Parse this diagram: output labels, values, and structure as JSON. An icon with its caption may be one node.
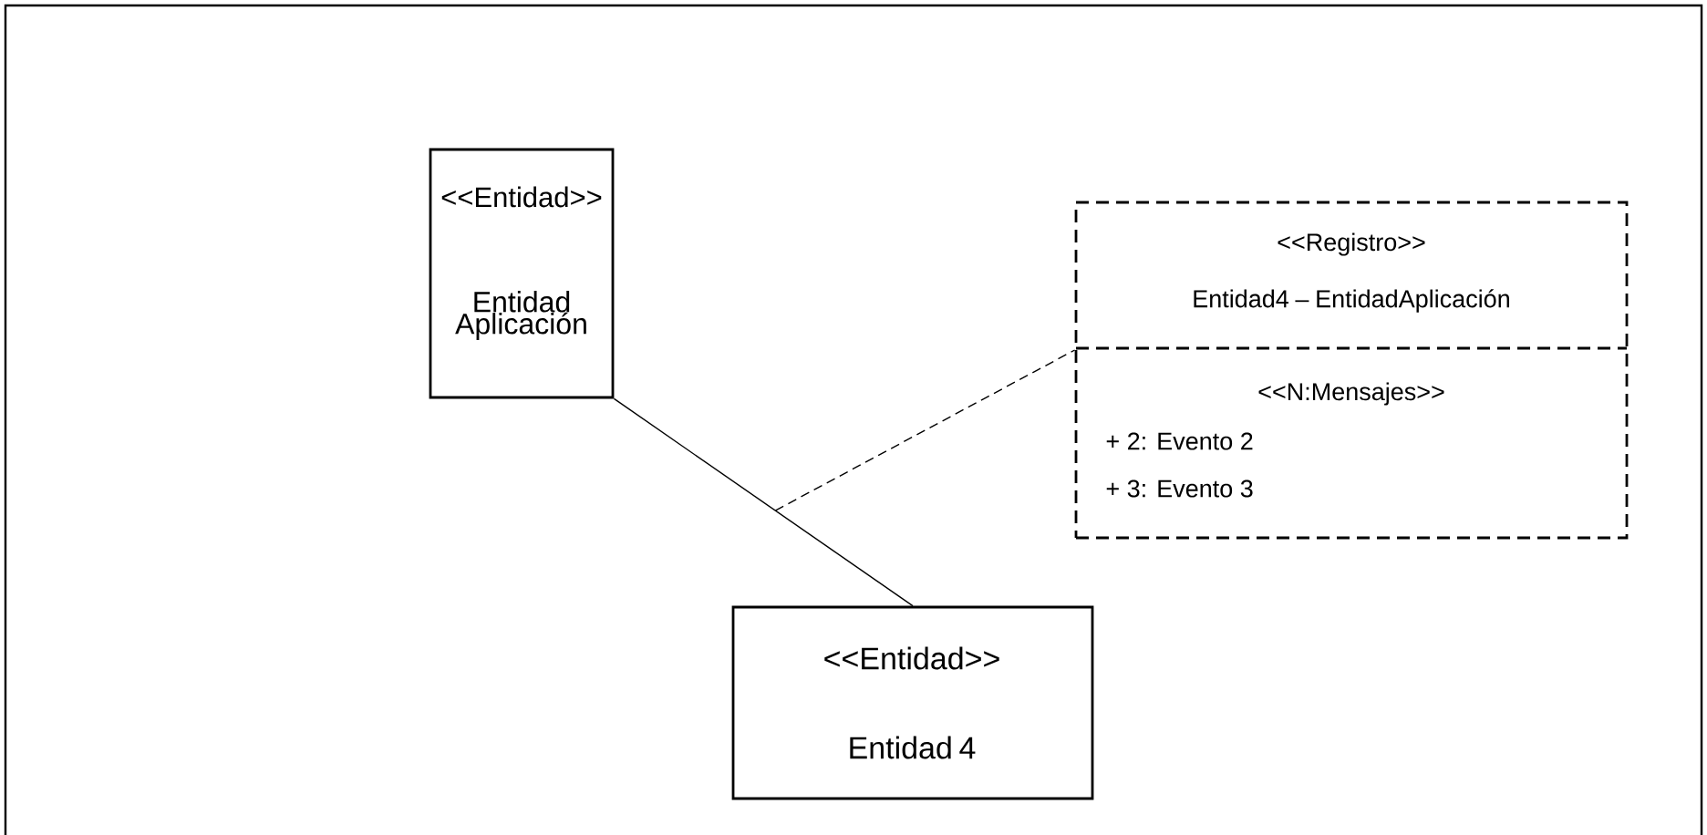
{
  "diagram": {
    "nodes": [
      {
        "text": [
          "<<Entidad>>",
          "Entidad Aplicación"
        ]
      },
      {
        "text": [
          "<<Entidad>>",
          "Entidad 4"
        ]
      },
      {
        "text": [
          "<<Registro>>",
          "Entidad4 – EntidadAplicación",
          "<<N:Mensajes>>",
          "+ 2: Evento 2",
          "+ 3: Evento 3"
        ]
      }
    ],
    "edges": [
      {
        "from": 0,
        "to": 1,
        "arrow": "none"
      },
      {
        "from": null,
        "to": 2,
        "arrow": "none",
        "style": "dashed"
      }
    ]
  }
}
